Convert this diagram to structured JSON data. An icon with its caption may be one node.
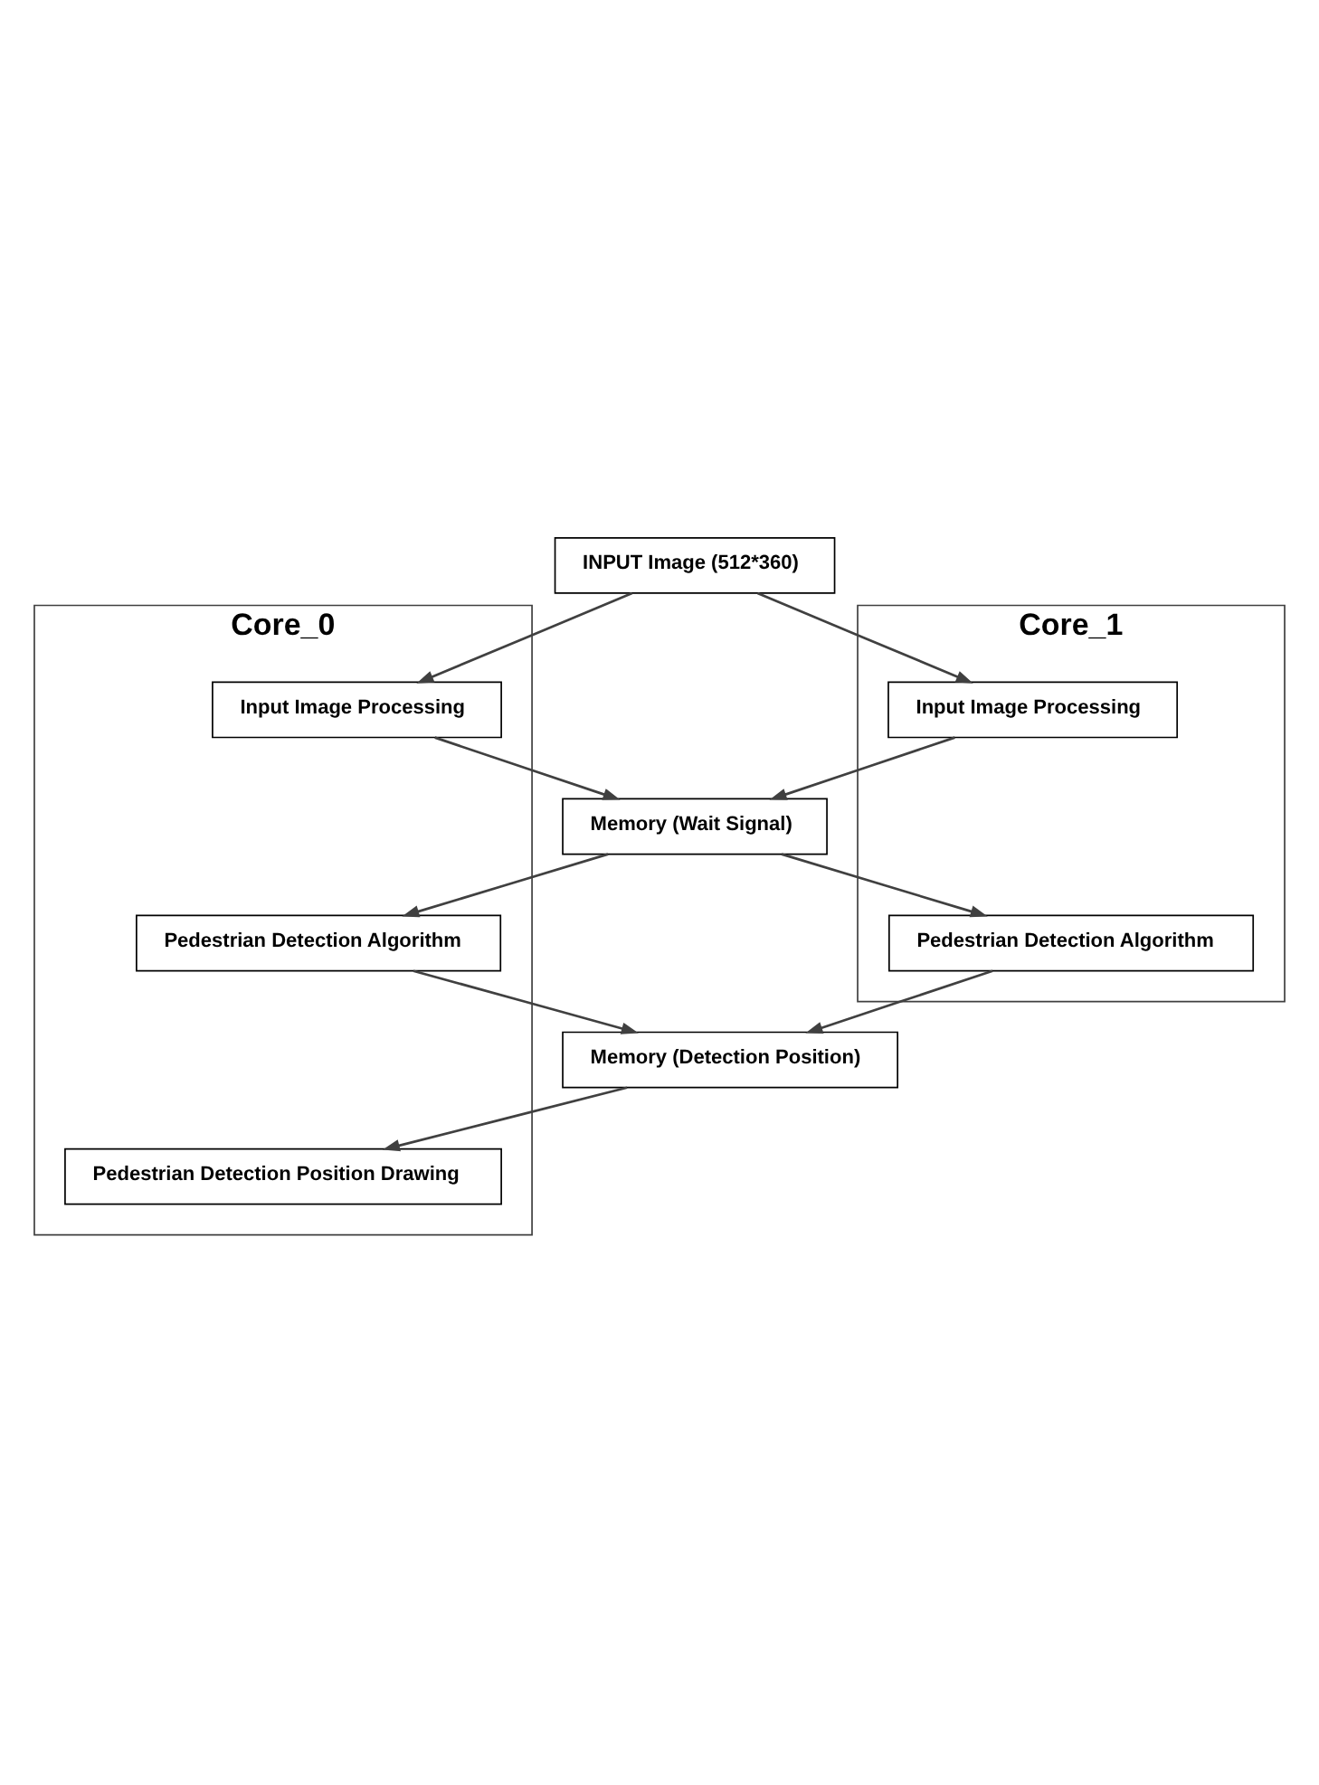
{
  "diagram": {
    "nodes": [
      {
        "text": [
          "INPUT Image (512*360)"
        ]
      },
      {
        "text": [
          "Core_0"
        ]
      },
      {
        "text": [
          "Input Image Processing"
        ],
        "in": 1
      },
      {
        "text": [
          "Core_1"
        ]
      },
      {
        "text": [
          "Input Image Processing"
        ],
        "in": 3
      },
      {
        "text": [
          "Memory (Wait Signal)"
        ]
      },
      {
        "text": [
          "Pedestrian Detection Algorithm"
        ],
        "in": 1
      },
      {
        "text": [
          "Pedestrian Detection Algorithm"
        ],
        "in": 3
      },
      {
        "text": [
          "Memory (Detection Position)"
        ]
      },
      {
        "text": [
          "Pedestrian Detection Position Drawing"
        ],
        "in": 1
      }
    ],
    "edges": [
      {
        "from": 0,
        "to": 2,
        "arrow": "to"
      },
      {
        "from": 0,
        "to": 4,
        "arrow": "to"
      },
      {
        "from": 2,
        "to": 5,
        "arrow": "to"
      },
      {
        "from": 4,
        "to": 5,
        "arrow": "to"
      },
      {
        "from": 5,
        "to": 6,
        "arrow": "to"
      },
      {
        "from": 5,
        "to": 7,
        "arrow": "to"
      },
      {
        "from": 6,
        "to": 8,
        "arrow": "to"
      },
      {
        "from": 7,
        "to": 8,
        "arrow": "to"
      },
      {
        "from": 8,
        "to": 9,
        "arrow": "to"
      }
    ]
  }
}
